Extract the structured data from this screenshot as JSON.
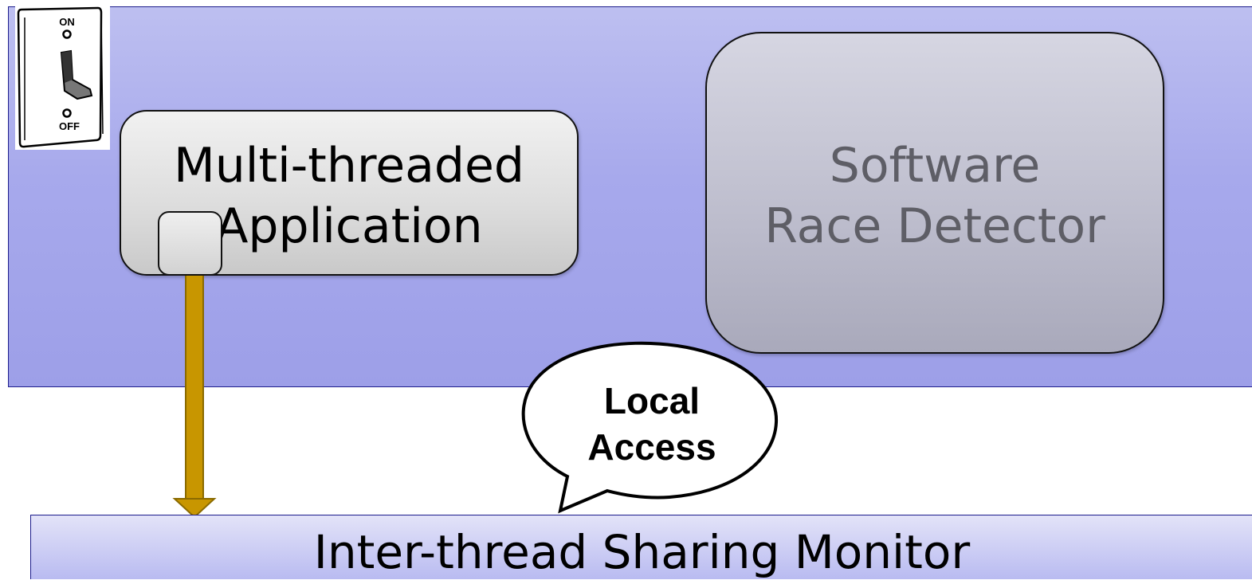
{
  "switch": {
    "on_label": "ON",
    "off_label": "OFF"
  },
  "application_box": {
    "label": "Multi-threaded\nApplication"
  },
  "detector_box": {
    "label": "Software\nRace Detector"
  },
  "speech_bubble": {
    "label": "Local\nAccess"
  },
  "monitor_bar": {
    "label": "Inter-thread Sharing Monitor"
  },
  "colors": {
    "panel": "#a7a9ec",
    "arrow": "#c89600",
    "detector_text": "#5e5e66"
  }
}
